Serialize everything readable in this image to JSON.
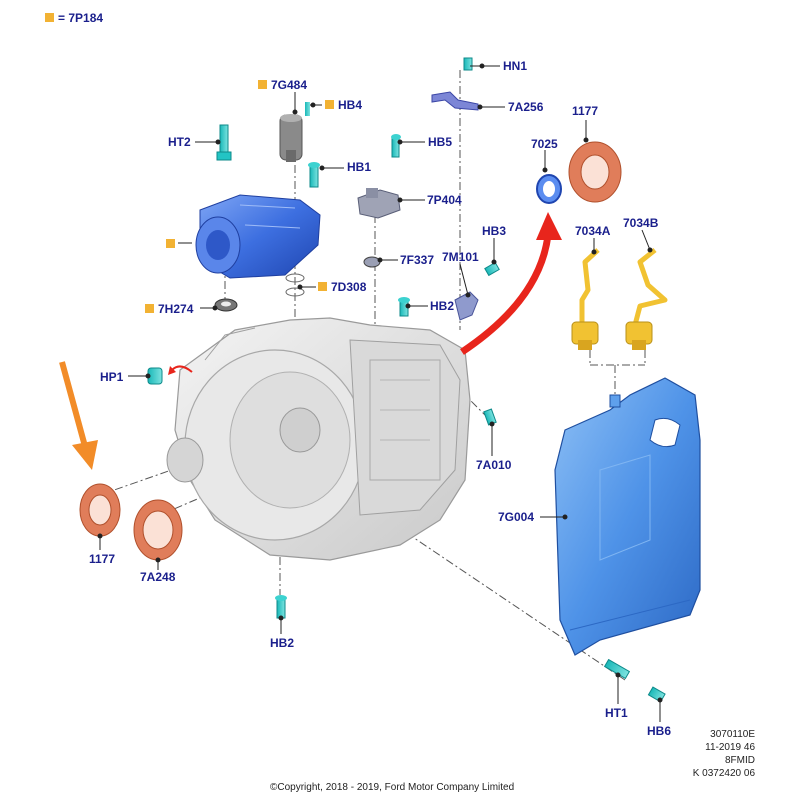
{
  "legend": {
    "text": "= 7P184",
    "color": "#f2b233"
  },
  "colors": {
    "label": "#1a1f8c",
    "marker": "#f2b233",
    "blue_part": "#3d6fe0",
    "seal": "#e07d5a",
    "yellow_part": "#f1c232",
    "arrow_red": "#e8251c",
    "arrow_orange": "#f28c28"
  },
  "callouts": {
    "hn1": "HN1",
    "a7a256": "7A256",
    "c1177_top": "1177",
    "c7025": "7025",
    "g7g484": "7G484",
    "hb4": "HB4",
    "ht2": "HT2",
    "hb5": "HB5",
    "hb1": "HB1",
    "p7p404": "7P404",
    "hb3": "HB3",
    "m7m101": "7M101",
    "f7f337": "7F337",
    "a7034a": "7034A",
    "b7034b": "7034B",
    "d7d308": "7D308",
    "h7h274": "7H274",
    "hb2_top": "HB2",
    "hp1": "HP1",
    "a7a010": "7A010",
    "g7g004": "7G004",
    "c1177_bottom": "1177",
    "a7a248": "7A248",
    "hb2_bottom": "HB2",
    "ht1": "HT1",
    "hb6": "HB6"
  },
  "meta": {
    "line1": "3070110E",
    "line2": "11-2019 46",
    "line3": "8FMID",
    "line4": "K 0372420 06"
  },
  "copyright": "©Copyright, 2018 - 2019, Ford Motor Company Limited"
}
